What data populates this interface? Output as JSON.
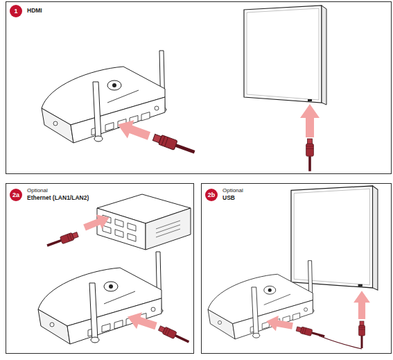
{
  "diagram": {
    "nodes": [
      {
        "text": [
          "HDMI"
        ]
      },
      {
        "text": [
          "1"
        ],
        "in": 0
      },
      {
        "text": [
          "Optional",
          "Ethernet (LAN1/LAN2)"
        ]
      },
      {
        "text": [
          "2a"
        ],
        "in": 2
      },
      {
        "text": [
          "Optional",
          "USB"
        ]
      },
      {
        "text": [
          "2b"
        ],
        "in": 4
      }
    ]
  }
}
